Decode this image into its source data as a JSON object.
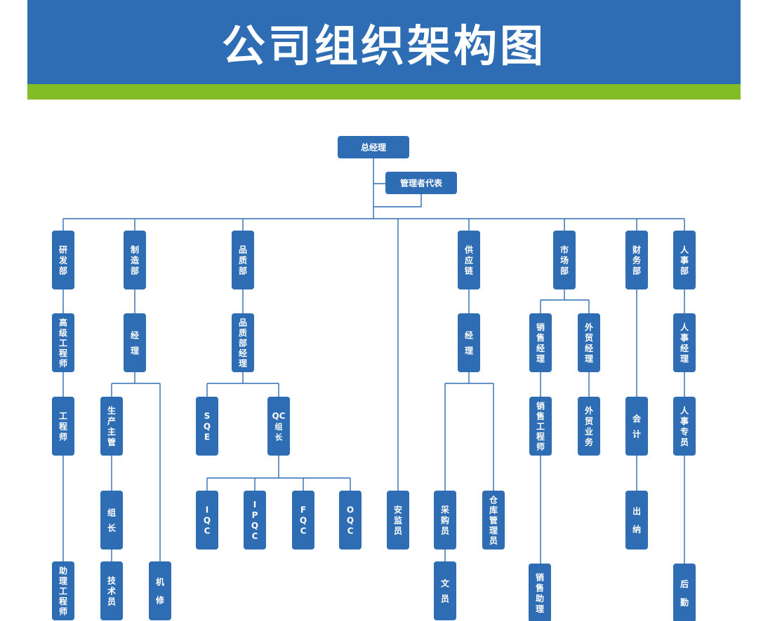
{
  "title": "公司组织架构图",
  "colors": {
    "header": "#2e6db3",
    "accent": "#82bd26",
    "node": "#2e6db3",
    "line": "#2e6db3",
    "text": "#ffffff"
  },
  "nodes": {
    "ceo": "总经理",
    "mgmt_rep": "管理者代表",
    "rd": "研发部",
    "mfg": "制造部",
    "qa": "品质部",
    "supply": "供应链",
    "market": "市场部",
    "finance": "财务部",
    "hr": "人事部",
    "senior_eng": "高级工程师",
    "mfg_mgr": "经理",
    "qa_mgr": "品质部经理",
    "supply_mgr": "经理",
    "sales_mgr": "销售经理",
    "trade_mgr": "外贸经理",
    "hr_mgr": "人事经理",
    "eng": "工程师",
    "prod_sup": "生产主管",
    "sqe": "SQE",
    "qc_lead": "QC组长",
    "sales_eng": "销售工程师",
    "trade_biz": "外贸业务",
    "accountant": "会计",
    "hr_spec": "人事专员",
    "team_lead": "组长",
    "iqc": "IQC",
    "ipqc": "IPQC",
    "fqc": "FQC",
    "oqc": "OQC",
    "safety": "安监员",
    "buyer": "采购员",
    "warehouse": "仓库管理员",
    "cashier": "出纳",
    "asst_eng": "助理工程师",
    "technician": "技术员",
    "repair": "机修",
    "clerk": "文员",
    "sales_asst": "销售助理",
    "logistics": "后勤"
  }
}
